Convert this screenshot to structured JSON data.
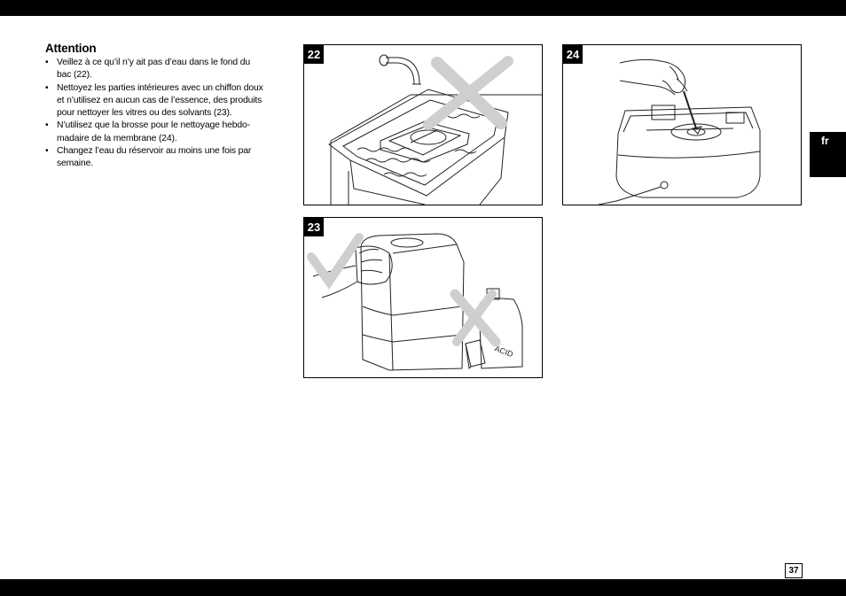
{
  "section": {
    "heading": "Attention",
    "bullets": [
      {
        "marker": "•",
        "lines": [
          "Veillez à ce qu’il n’y ait pas d’eau dans le fond du",
          "bac (22)."
        ]
      },
      {
        "marker": "•",
        "lines": [
          "Nettoyez les parties intérieures avec un chiffon doux",
          "et n’utilisez en aucun cas de l’essence, des produits",
          "pour nettoyer les vitres ou des solvants (23)."
        ]
      },
      {
        "marker": "•",
        "lines": [
          "N’utilisez que la brosse pour le nettoyage hebdo-",
          "madaire de la membrane (24)."
        ]
      },
      {
        "marker": "•",
        "lines": [
          "Changez l’eau du réservoir au moins une fois par",
          "semaine."
        ]
      }
    ]
  },
  "figures": {
    "fig22": {
      "label": "22"
    },
    "fig23": {
      "label": "23",
      "bottle_text": "ACID"
    },
    "fig24": {
      "label": "24"
    }
  },
  "language_tab": "fr",
  "page_number": "37",
  "colors": {
    "bars": "#000000",
    "mark": "#cfcfcf",
    "line": "#222222"
  }
}
